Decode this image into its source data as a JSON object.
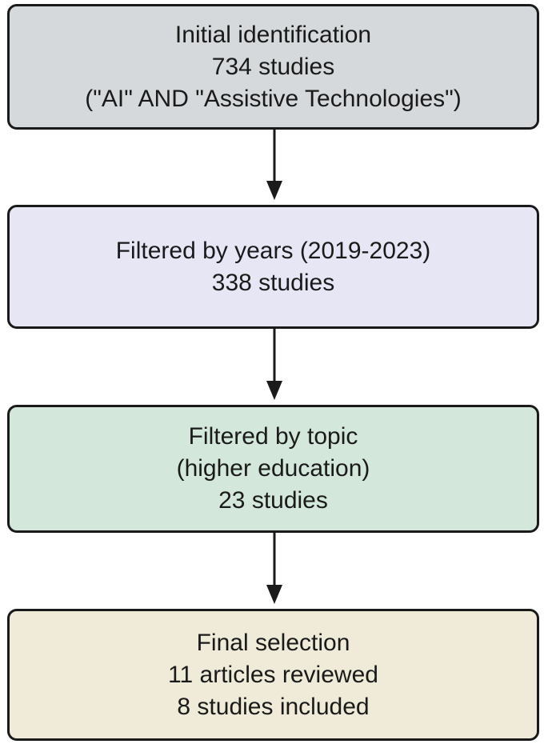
{
  "flowchart": {
    "steps": [
      {
        "lines": [
          "Initial identification",
          "734 studies",
          "(\"AI\" AND \"Assistive Technologies\")"
        ],
        "fill": "#d5d9db"
      },
      {
        "lines": [
          "Filtered by years (2019-2023)",
          "338 studies"
        ],
        "fill": "#e7e6f5"
      },
      {
        "lines": [
          "Filtered by topic",
          "(higher education)",
          "23 studies"
        ],
        "fill": "#d3e8da"
      },
      {
        "lines": [
          "Final selection",
          "11 articles reviewed",
          "8 studies included"
        ],
        "fill": "#efebd8"
      }
    ],
    "border_color": "#1a1a1a",
    "arrow_color": "#1a1a1a"
  }
}
